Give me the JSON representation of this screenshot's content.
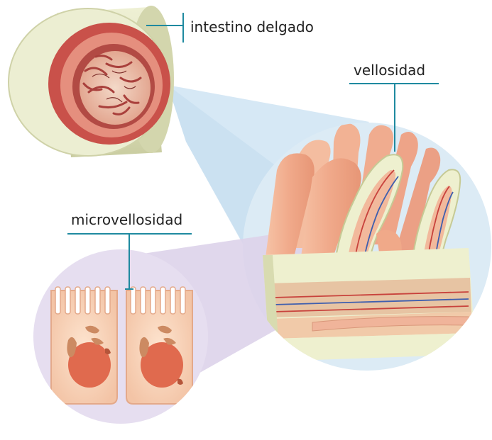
{
  "labels": {
    "small_intestine": "intestino delgado",
    "villus": "vellosidad",
    "microvillus": "microvellosidad"
  },
  "colors": {
    "zoom_blue": "#cfe4f3",
    "zoom_purple": "#ddd3ea",
    "leader_line": "#1f8aa0",
    "tissue_peach": "#f0b49a",
    "muscle_red": "#c8504a",
    "outer_tube": "#e7e8c9"
  }
}
